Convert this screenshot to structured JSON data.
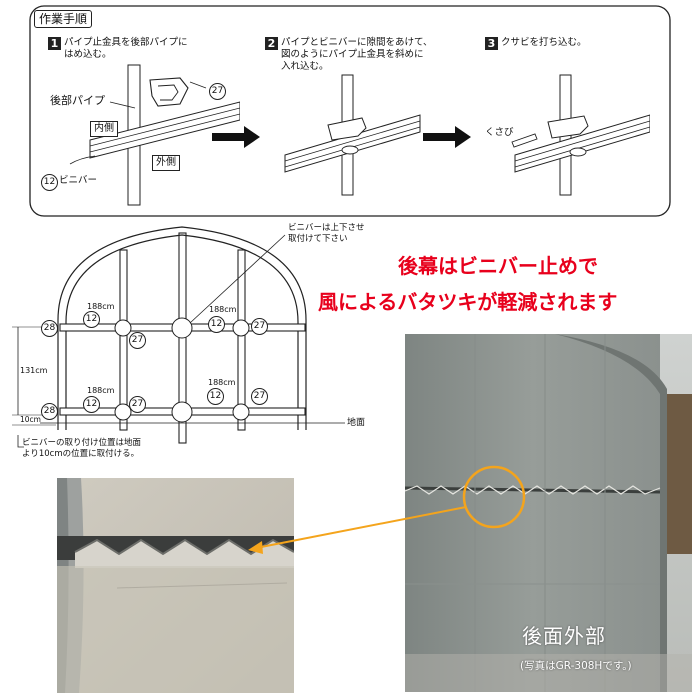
{
  "procedure": {
    "title": "作業手順",
    "steps": [
      {
        "num": "1",
        "text": "パイプ止金具を後部パイプに\nはめ込む。"
      },
      {
        "num": "2",
        "text": "パイプとビニバーに隙間をあけて、\n図のようにパイプ止金具を斜めに\n入れ込む。"
      },
      {
        "num": "3",
        "text": "クサビを打ち込む。"
      }
    ],
    "labels": {
      "rear_pipe": "後部パイプ",
      "inner_side": "内側",
      "outer_side": "外側",
      "vinybar": "ビニバー",
      "part_27": "27",
      "part_12": "12",
      "wedge": "くさび"
    }
  },
  "frame_diagram": {
    "note_top": "ビニバーは上下させ\n取付けて下さい",
    "dim_188": "188cm",
    "dim_131": "131cm",
    "dim_10": "10cm",
    "ground": "地面",
    "part_28": "28",
    "part_27": "27",
    "part_12": "12",
    "note_bottom": "ビニバーの取り付け位置は地面\nより10cmの位置に取付ける。"
  },
  "headline": {
    "line1": "後幕はビニバー止めで",
    "line2": "風によるバタツキが軽減されます",
    "color": "#e8001c"
  },
  "photo_caption": {
    "main": "後面外部",
    "sub": "(写真はGR-308Hです。)"
  },
  "colors": {
    "accent_orange": "#f4a41c",
    "sheet_gray": "#8f9692"
  }
}
